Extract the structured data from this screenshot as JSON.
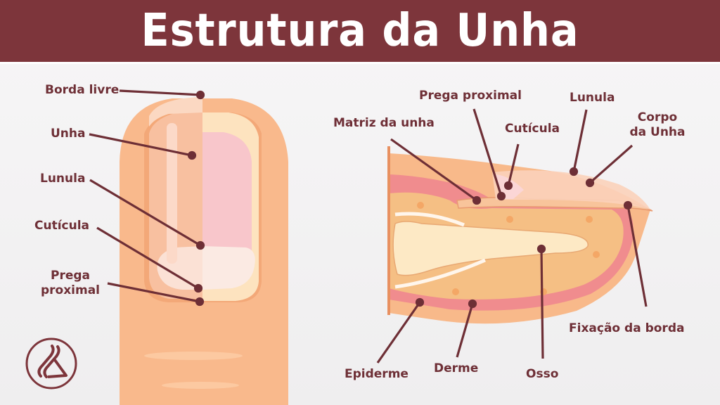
{
  "header": {
    "title": "Estrutura da Unha",
    "background_color": "#7d353b"
  },
  "colors": {
    "label": "#6e2f36",
    "skin": "#f9b98c",
    "nail_bed_pink": "#f8c6cb",
    "lunula": "#fbeae3",
    "nail_edge": "#fde3bf",
    "dermis_pink": "#f08c8e",
    "fat": "#f5bf84",
    "bone": "#fde9c5"
  },
  "front_view": {
    "labels": [
      {
        "text": "Borda livre"
      },
      {
        "text": "Unha"
      },
      {
        "text": "Lunula"
      },
      {
        "text": "Cutícula"
      },
      {
        "text_line1": "Prega",
        "text_line2": "proximal"
      }
    ],
    "logo": {
      "icon": "logo-icon"
    }
  },
  "cross_section": {
    "labels": [
      {
        "text": "Prega proximal"
      },
      {
        "text": "Lunula"
      },
      {
        "text": "Matriz da unha"
      },
      {
        "text": "Cutícula"
      },
      {
        "text_line1": "Corpo",
        "text_line2": "da Unha"
      },
      {
        "text": "Fixação da borda"
      },
      {
        "text": "Epiderme"
      },
      {
        "text": "Derme"
      },
      {
        "text": "Osso"
      }
    ]
  }
}
